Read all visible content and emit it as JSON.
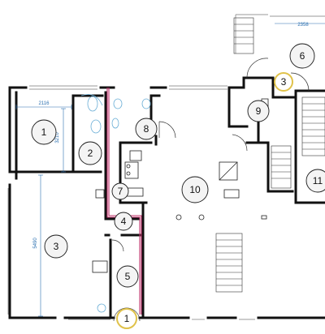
{
  "rooms": [
    {
      "id": "r1a",
      "label": "1",
      "highlight": false
    },
    {
      "id": "r2",
      "label": "2",
      "highlight": false
    },
    {
      "id": "r3a",
      "label": "3",
      "highlight": false
    },
    {
      "id": "r4",
      "label": "4",
      "highlight": false
    },
    {
      "id": "r5",
      "label": "5",
      "highlight": false
    },
    {
      "id": "r1b",
      "label": "1",
      "highlight": true
    },
    {
      "id": "r6",
      "label": "6",
      "highlight": false
    },
    {
      "id": "r3b",
      "label": "3",
      "highlight": true
    },
    {
      "id": "r7",
      "label": "7",
      "highlight": false
    },
    {
      "id": "r8",
      "label": "8",
      "highlight": false
    },
    {
      "id": "r9",
      "label": "9",
      "highlight": false
    },
    {
      "id": "r10",
      "label": "10",
      "highlight": false
    },
    {
      "id": "r11",
      "label": "11",
      "highlight": false
    }
  ],
  "dimensions": [
    {
      "id": "d2116",
      "text": "2116"
    },
    {
      "id": "d3210",
      "text": "3210"
    },
    {
      "id": "d5490",
      "text": "5490"
    },
    {
      "id": "d2358",
      "text": "2358"
    }
  ],
  "colors": {
    "wall": "#111111",
    "dimension": "#2a6fb0",
    "pipe": "#c0306a",
    "highlight_ring": "#e0c24a",
    "fixture": "#6aaed6"
  }
}
